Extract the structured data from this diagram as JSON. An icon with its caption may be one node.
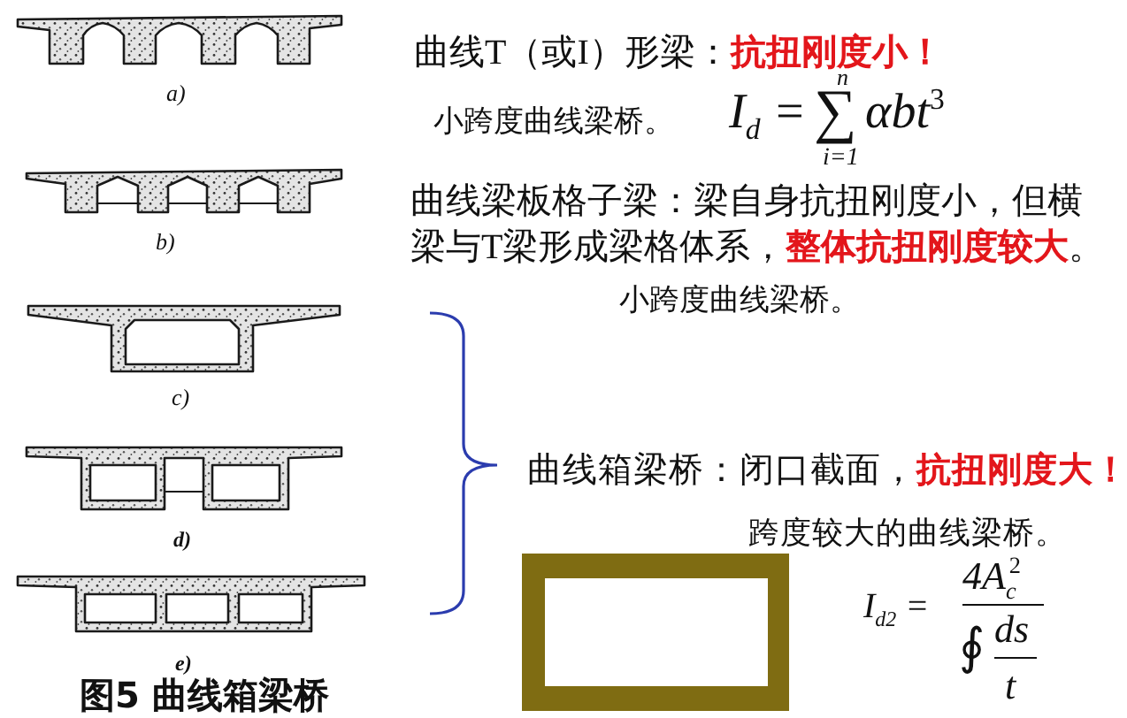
{
  "diagram": {
    "caption": "图5 曲线箱梁桥",
    "labels": [
      "a)",
      "b)",
      "c)",
      "d)",
      "e)",
      "曲线T（或I）形梁：**抗扭刚度小！**",
      "小跨度曲线梁桥。",
      "n",
      "I$_{d}$ =",
      "∑",
      "αbt$^{3}$",
      "i=1",
      "曲线梁板格子梁：梁自身抗扭刚度小，但横梁与T梁形成梁格体系，**整体抗扭刚度较大**。",
      "小跨度曲线梁桥。",
      "曲线箱梁桥：闭口截面，**抗扭刚度大！**",
      "跨度较大的曲线梁桥。",
      "I$_{d2}$ =",
      "4A$_{c}$$^{2}$",
      "∮",
      "ds",
      "t"
    ]
  }
}
